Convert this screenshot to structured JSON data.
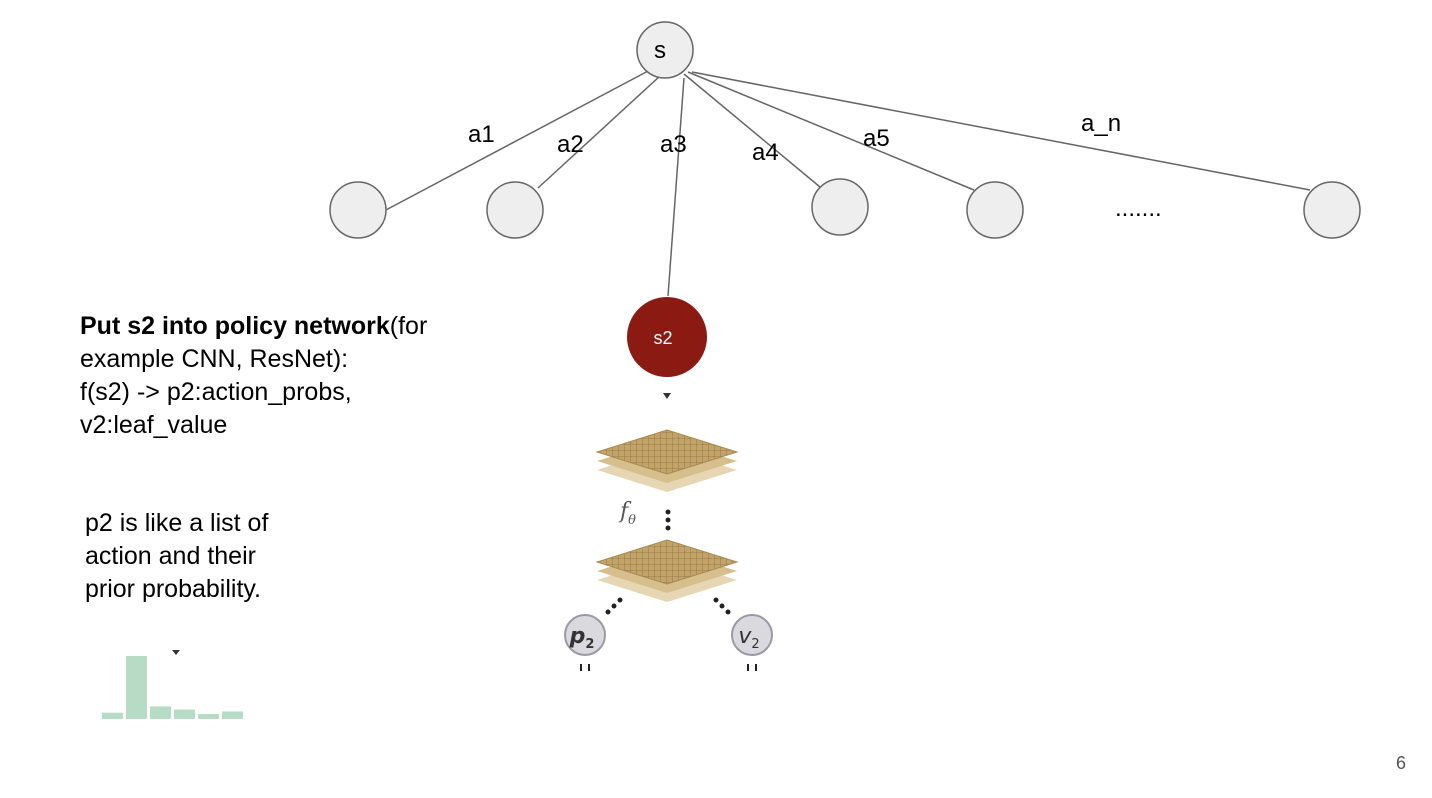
{
  "tree": {
    "root": {
      "label": "s"
    },
    "edges": [
      {
        "label": "a1"
      },
      {
        "label": "a2"
      },
      {
        "label": "a3"
      },
      {
        "label": "a4"
      },
      {
        "label": "a5"
      },
      {
        "label": "a_n"
      }
    ],
    "ellipsis": ".......",
    "expanded_node": {
      "label": "s2",
      "color": "#8b1a12"
    }
  },
  "network": {
    "function_label": "f",
    "function_subscript": "θ",
    "policy_output": {
      "label": "p",
      "subscript": "2"
    },
    "value_output": {
      "label": "v",
      "subscript": "2"
    }
  },
  "explanation": {
    "heading_bold": "Put s2 into policy network",
    "heading_rest": "(for example CNN, ResNet):",
    "line_2": "f(s2) -> p2:action_probs,",
    "line_3": "v2:leaf_value"
  },
  "prior_note": "p2 is like a list of action and their prior probability.",
  "prior_histogram": {
    "bar_color": "#b7dcc5",
    "values": [
      0.1,
      1.0,
      0.2,
      0.15,
      0.08,
      0.12
    ]
  },
  "page_number": "6"
}
